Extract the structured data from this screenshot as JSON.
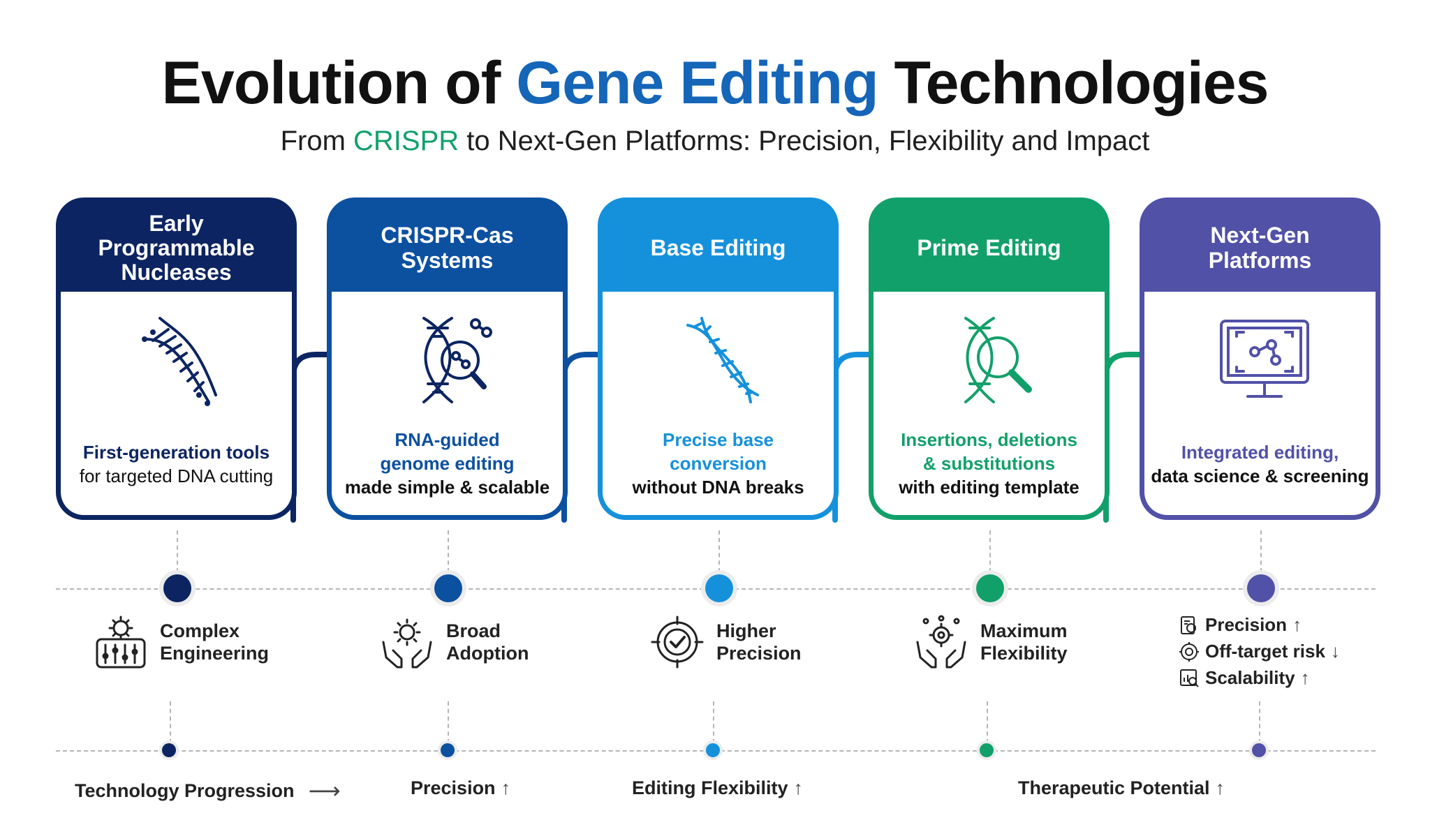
{
  "title": {
    "prefix": "Evolution of ",
    "highlight": "Gene Editing",
    "suffix": " Technologies"
  },
  "subtitle": {
    "prefix": "From ",
    "highlight": "CRISPR",
    "suffix": " to Next-Gen Platforms: Precision, Flexibility and Impact"
  },
  "colors": {
    "stage1": "#0c2461",
    "stage2": "#0c50a0",
    "stage3": "#1591dc",
    "stage4": "#12a06a",
    "stage5": "#5151a8",
    "title_accent": "#1565b8",
    "subtitle_accent": "#12a06a"
  },
  "stages": [
    {
      "title_lines": [
        "Early",
        "Programmable",
        "Nucleases"
      ],
      "icon": "dna-helix-icon",
      "desc_line1": "First-generation tools",
      "desc_line2": "",
      "desc_line3": "for targeted DNA cutting",
      "feature_icon": "gear-sliders-icon",
      "feature_lines": [
        "Complex",
        "Engineering"
      ]
    },
    {
      "title_lines": [
        "CRISPR-Cas",
        "Systems"
      ],
      "icon": "dna-molecule-magnifier-icon",
      "desc_line1": "RNA-guided",
      "desc_line2": "genome editing",
      "desc_line3": "made simple & scalable",
      "feature_icon": "hands-gear-icon",
      "feature_lines": [
        "Broad",
        "Adoption"
      ]
    },
    {
      "title_lines": [
        "Base Editing"
      ],
      "icon": "dna-strand-icon",
      "desc_line1": "Precise base",
      "desc_line2": "conversion",
      "desc_line3": "without DNA breaks",
      "feature_icon": "target-check-icon",
      "feature_lines": [
        "Higher",
        "Precision"
      ]
    },
    {
      "title_lines": [
        "Prime Editing"
      ],
      "icon": "dna-magnifier-icon",
      "desc_line1": "Insertions, deletions",
      "desc_line2": "& substitutions",
      "desc_line3": "with editing template",
      "feature_icon": "hands-network-gear-icon",
      "feature_lines": [
        "Maximum",
        "Flexibility"
      ]
    },
    {
      "title_lines": [
        "Next-Gen",
        "Platforms"
      ],
      "icon": "monitor-network-icon",
      "desc_line1": "Integrated editing,",
      "desc_line2": "",
      "desc_line3": "data science & screening",
      "feature_icon": "",
      "feature_lines": []
    }
  ],
  "metrics": [
    {
      "label": "Precision",
      "arrow": "↑",
      "icon": "document-gear-icon"
    },
    {
      "label": "Off-target risk",
      "arrow": "↓",
      "icon": "gear-target-icon"
    },
    {
      "label": "Scalability",
      "arrow": "↑",
      "icon": "chart-magnifier-icon"
    }
  ],
  "bottom_labels": [
    {
      "label": "Technology Progression",
      "arrow": "⟶"
    },
    {
      "label": "Precision",
      "arrow": "↑"
    },
    {
      "label": "Editing Flexibility",
      "arrow": "↑"
    },
    {
      "label": "Therapeutic Potential",
      "arrow": "↑"
    }
  ]
}
